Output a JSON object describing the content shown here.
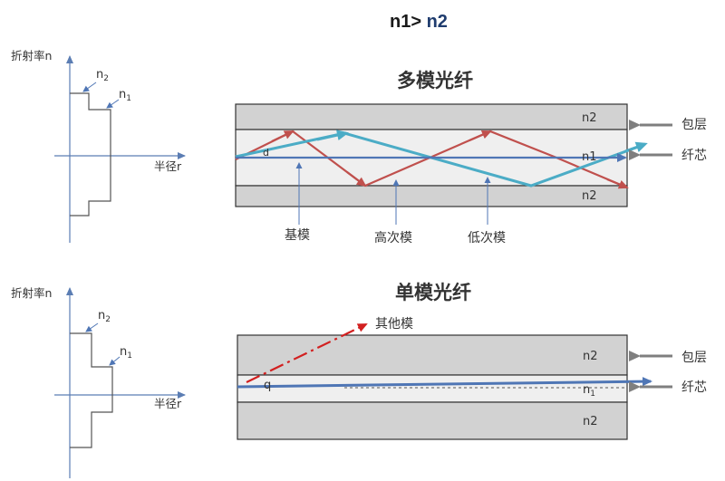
{
  "header": {
    "title_prefix": "n1>",
    "title_suffix": "n2"
  },
  "multimode": {
    "title": "多模光纤",
    "index_plot": {
      "ylabel": "折射率n",
      "xlabel": "半径r",
      "n2_base": "n",
      "n2_sub": "2",
      "n1_base": "n",
      "n1_sub": "1"
    },
    "fiber": {
      "cladding_top_label": "n2",
      "core_label": "n1",
      "cladding_bottom_label": "n2",
      "core_symbol": "d",
      "cladding_callout": "包层",
      "core_callout": "纤芯"
    },
    "modes": [
      "基模",
      "高次模",
      "低次模"
    ]
  },
  "singlemode": {
    "title": "单模光纤",
    "index_plot": {
      "ylabel": "折射率n",
      "xlabel": "半径r",
      "n2_base": "n",
      "n2_sub": "2",
      "n1_base": "n",
      "n1_sub": "1"
    },
    "fiber": {
      "cladding_top_label": "n2",
      "core_base": "n",
      "core_sub": "1",
      "cladding_bottom_label": "n2",
      "core_symbol": "q",
      "cladding_callout": "包层",
      "core_callout": "纤芯",
      "other_mode_label": "其他模"
    }
  },
  "colors": {
    "axis": "#5b7db3",
    "profile": "#555555",
    "fiber_fill": "#d2d2d2",
    "core_fill": "#efefef",
    "red_ray": "#c0504d",
    "teal_ray": "#4bacc6",
    "blue_ray": "#4f76b5",
    "callout_arrow": "#7f7f7f",
    "dash_red": "#d22020"
  }
}
